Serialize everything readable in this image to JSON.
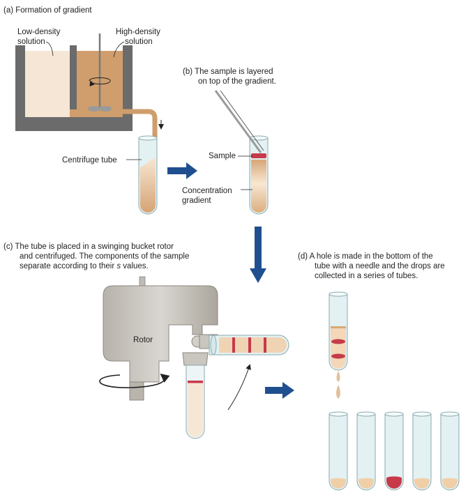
{
  "panel_a": {
    "caption": "(a)  Formation of gradient",
    "low_density": [
      "Low-density",
      "solution"
    ],
    "high_density": [
      "High-density",
      "solution"
    ],
    "centrifuge_tube": "Centrifuge tube"
  },
  "panel_b": {
    "caption": [
      "(b)  The sample is layered",
      "on top of the gradient."
    ],
    "sample": "Sample",
    "gradient": [
      "Concentration",
      "gradient"
    ]
  },
  "panel_c": {
    "caption": [
      "(c)  The tube is placed in a swinging bucket rotor",
      "and centrifuged. The components of the sample",
      "separate according to their ",
      "s",
      " values."
    ],
    "rotor": "Rotor"
  },
  "panel_d": {
    "caption": [
      "(d)  A hole is made in the bottom of the",
      "tube with a needle and the drops are",
      "collected in a series of tubes."
    ]
  },
  "colors": {
    "chamber": "#6b6b6b",
    "low_solution": "#f6e6d6",
    "high_solution": "#cf9e6c",
    "gradient_dark": "#d9a978",
    "gradient_light": "#f7e4cf",
    "sample_band": "#c63a4a",
    "arrow_blue": "#1f4f8f",
    "rotor_gray": "#c9c5bf",
    "glass": "#e3f1f3"
  }
}
